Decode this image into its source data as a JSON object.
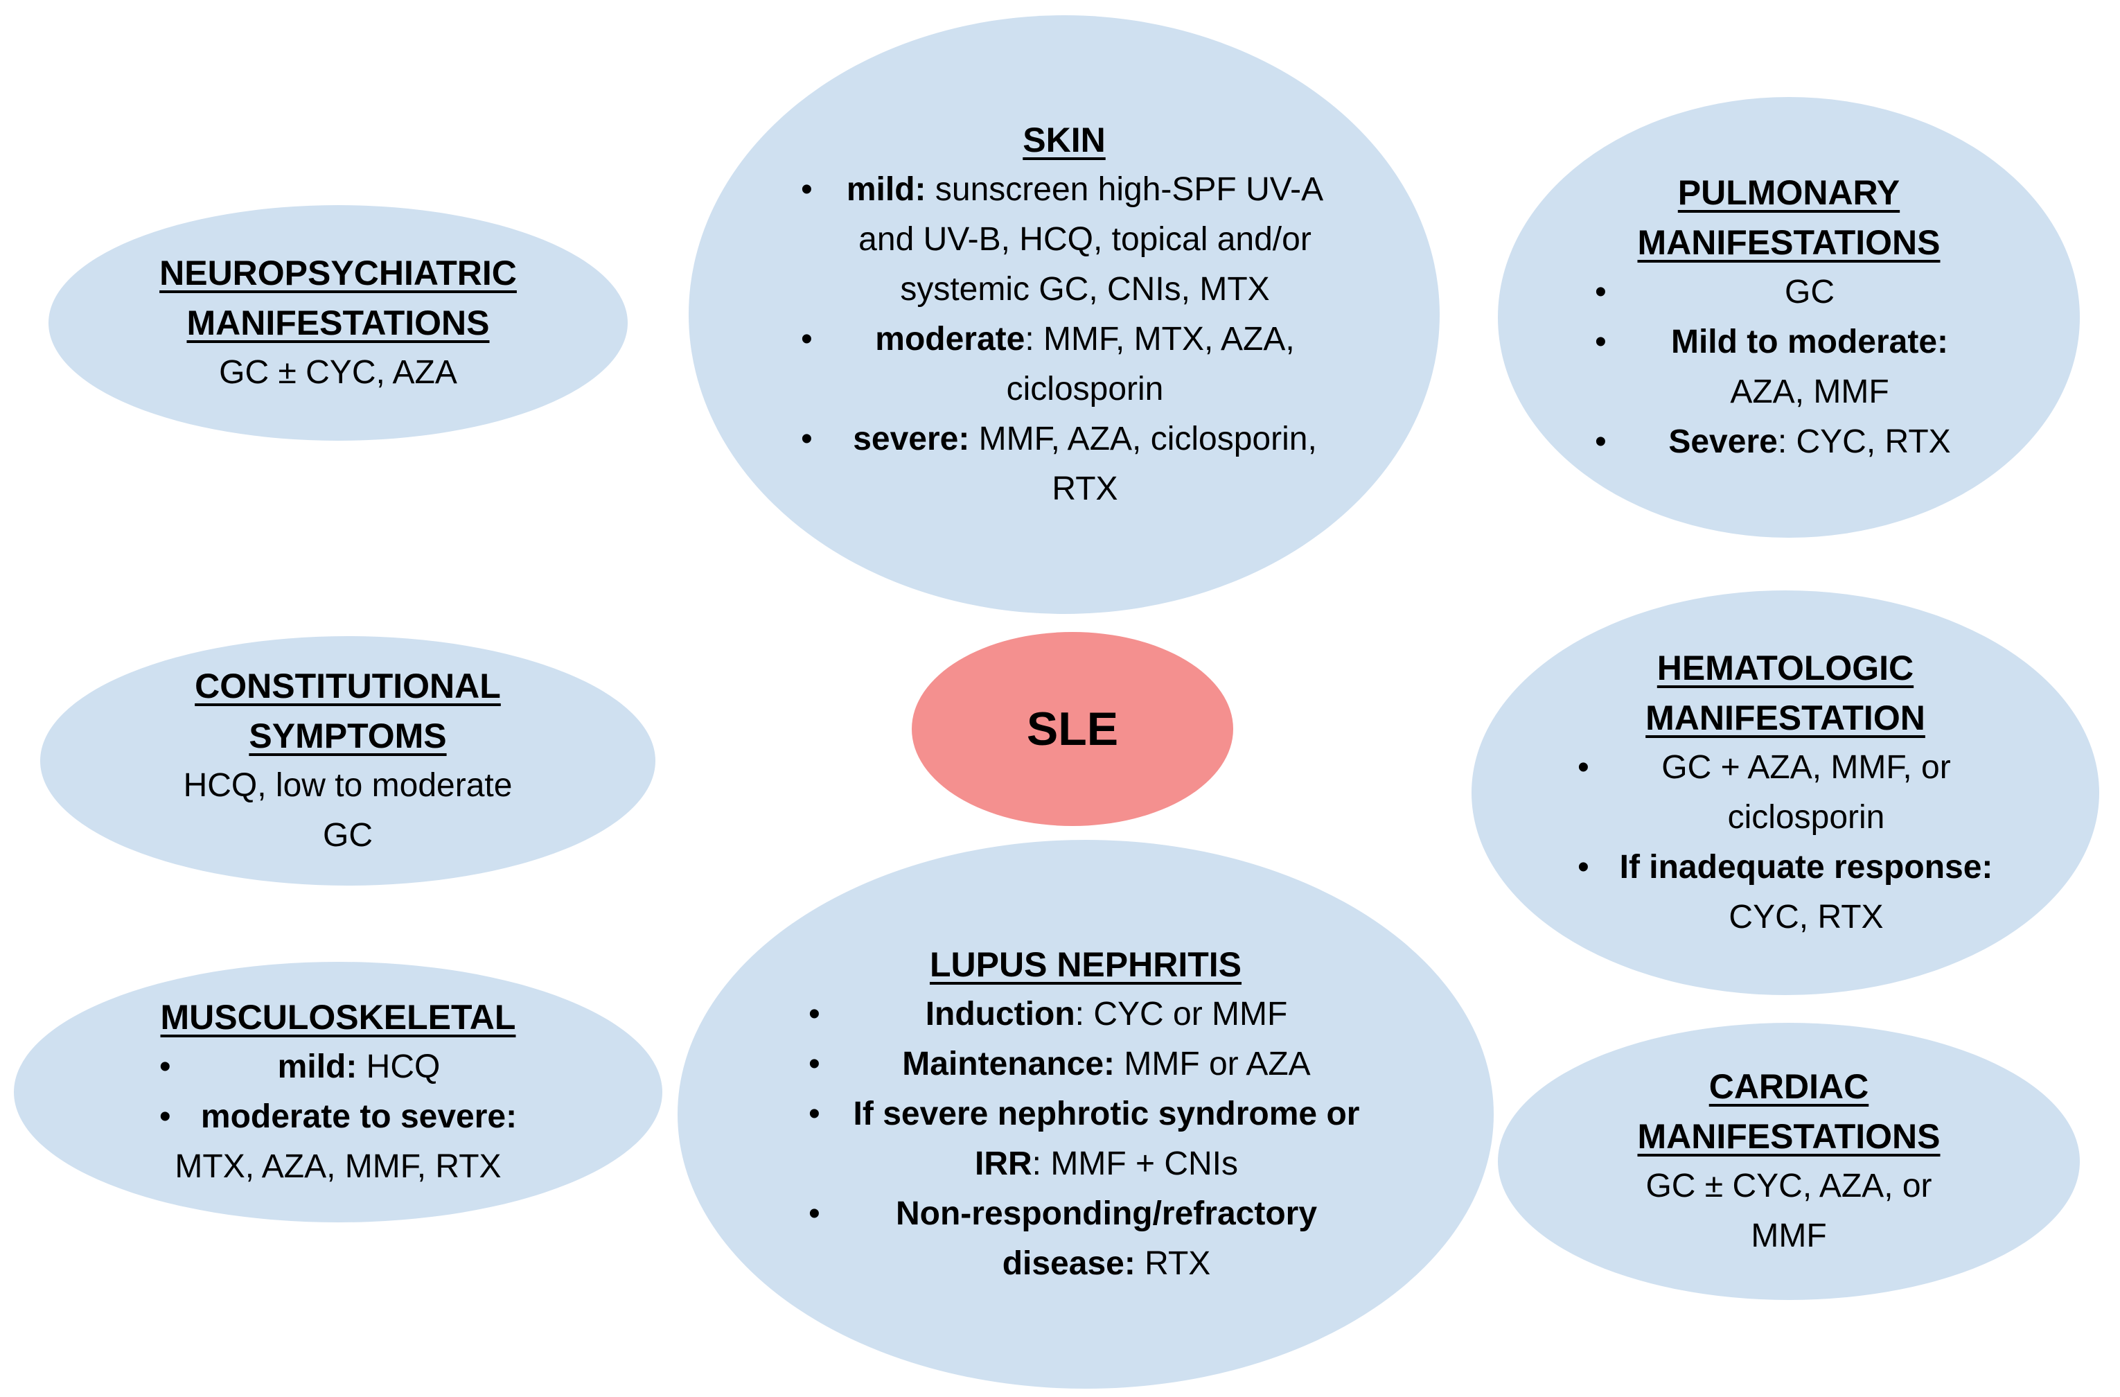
{
  "center": {
    "label": "SLE"
  },
  "neuro": {
    "title_lines": [
      "NEUROPSYCHIATRIC",
      "MANIFESTATIONS"
    ],
    "text": "GC ± CYC, AZA"
  },
  "constitutional": {
    "title_lines": [
      "CONSTITUTIONAL",
      "SYMPTOMS"
    ],
    "text_lines": [
      "HCQ, low to moderate",
      "GC"
    ]
  },
  "musculoskeletal": {
    "title": "MUSCULOSKELETAL",
    "items": [
      {
        "bold": "mild:",
        "rest": " HCQ"
      },
      {
        "bold": "moderate to severe:",
        "rest": ""
      }
    ],
    "extra_line": "MTX, AZA,  MMF, RTX"
  },
  "skin": {
    "title": "SKIN",
    "items": [
      {
        "bold": "mild:",
        "rest": " sunscreen high-SPF UV-A and UV-B, HCQ, topical and/or systemic GC, CNIs, MTX"
      },
      {
        "bold": "moderate",
        "rest": ": MMF, MTX, AZA, ciclosporin"
      },
      {
        "bold": "severe:",
        "rest": " MMF, AZA, ciclosporin, RTX"
      }
    ]
  },
  "lupus": {
    "title": "LUPUS NEPHRITIS",
    "items": [
      {
        "bold": "Induction",
        "rest": ": CYC or MMF"
      },
      {
        "bold": "Maintenance:",
        "rest": " MMF or AZA"
      },
      {
        "bold": "If severe nephrotic syndrome or IRR",
        "rest": ": MMF + CNIs"
      },
      {
        "bold": "Non-responding/refractory disease:",
        "rest": " RTX"
      }
    ]
  },
  "pulmonary": {
    "title_lines": [
      "PULMONARY",
      "MANIFESTATIONS"
    ],
    "items": [
      {
        "bold": "",
        "rest": "GC"
      },
      {
        "bold": "Mild to moderate:",
        "rest": " AZA, MMF"
      },
      {
        "bold": "Severe",
        "rest": ": CYC, RTX"
      }
    ]
  },
  "hematologic": {
    "title_lines": [
      "HEMATOLOGIC",
      "MANIFESTATION"
    ],
    "items": [
      {
        "bold": "",
        "rest": "GC + AZA, MMF, or ciclosporin"
      },
      {
        "bold": "If inadequate response:",
        "rest": " CYC, RTX"
      }
    ]
  },
  "cardiac": {
    "title_lines": [
      "CARDIAC",
      "MANIFESTATIONS"
    ],
    "text_lines": [
      "GC ± CYC, AZA, or",
      "MMF"
    ]
  }
}
